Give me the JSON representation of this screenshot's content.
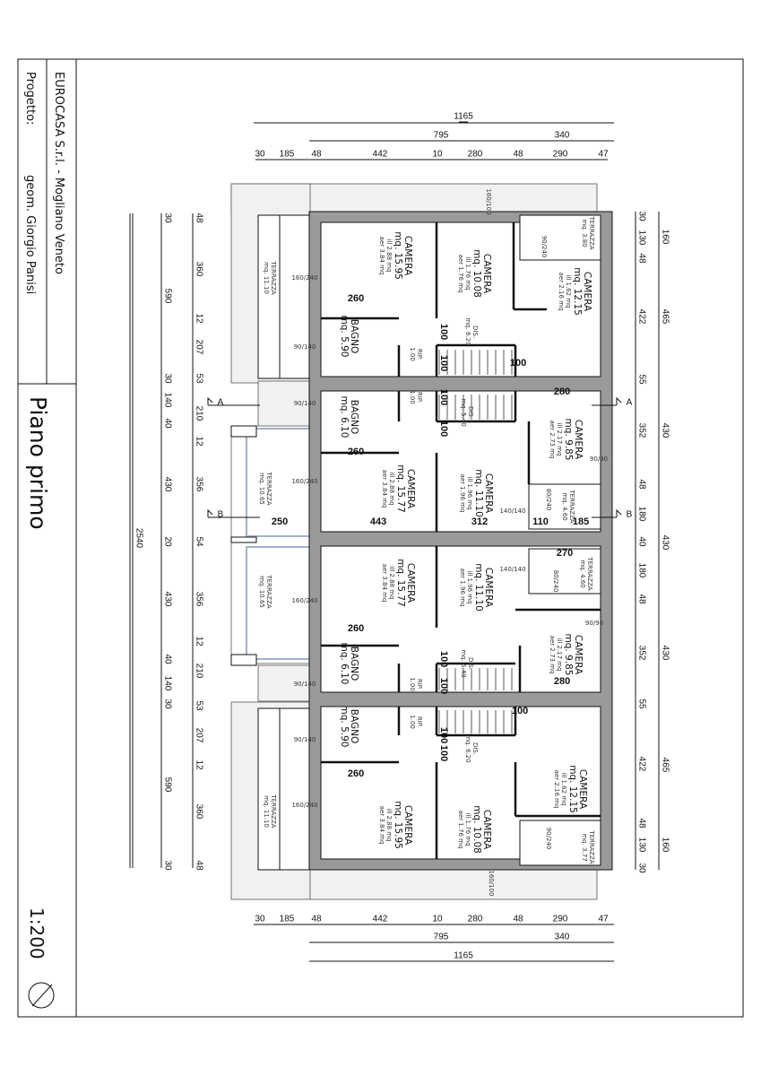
{
  "title_block": {
    "company": "EUROCASA S.r.l. - Mogliano Veneto",
    "project_label": "Progetto:",
    "designer": "geom. Giorgio Panisi",
    "sheet_title": "Piano primo",
    "scale": "1:200"
  },
  "units": [
    {
      "rooms": [
        {
          "name": "CAMERA",
          "area": "mq. 15.95",
          "ill": "ill 2.88 mq",
          "aer": "aer 3.84 mq"
        },
        {
          "name": "CAMERA",
          "area": "mq. 10.08",
          "ill": "ill 1.76 mq",
          "aer": "aer 1.76 mq"
        },
        {
          "name": "CAMERA",
          "area": "mq. 12.15",
          "ill": "ill 1.62 mq",
          "aer": "aer 2.16 mq"
        },
        {
          "name": "BAGNO",
          "area": "mq. 5.90"
        },
        {
          "name": "DIS.",
          "area": "mq. 6.20"
        },
        {
          "name": "RIP.",
          "area": "1.00"
        },
        {
          "name": "TERRAZZA",
          "area": "mq. 3.80"
        },
        {
          "name": "TERRAZZA",
          "area": "mq. 11.10"
        }
      ],
      "notes": [
        "260",
        "100",
        "100",
        "100",
        "90/240",
        "160/100",
        "160/240",
        "90/140"
      ]
    },
    {
      "rooms": [
        {
          "name": "CAMERA",
          "area": "mq. 15.77",
          "ill": "ill 2.88 mq",
          "aer": "aer 3.84 mq"
        },
        {
          "name": "CAMERA",
          "area": "mq. 11.10",
          "ill": "ill 1.96 mq",
          "aer": "aer 1.96 mq"
        },
        {
          "name": "CAMERA",
          "area": "mq. 9.85",
          "ill": "ill 2.17 mq",
          "aer": "aer 2.73 mq"
        },
        {
          "name": "BAGNO",
          "area": "mq. 6.10"
        },
        {
          "name": "DIS.",
          "area": "mq. 5.40"
        },
        {
          "name": "RIP.",
          "area": "1.00"
        },
        {
          "name": "TERRAZZA",
          "area": "mq. 4.60"
        },
        {
          "name": "TERRAZZA",
          "area": "mq. 10.65"
        }
      ],
      "notes": [
        "260",
        "100",
        "100",
        "280",
        "443",
        "312",
        "110",
        "185",
        "140/140",
        "90/90",
        "80/240",
        "160/240",
        "90/140",
        "250"
      ]
    },
    {
      "rooms": [
        {
          "name": "CAMERA",
          "area": "mq. 15.77",
          "ill": "ill 2.88 mq",
          "aer": "aer 3.84 mq"
        },
        {
          "name": "CAMERA",
          "area": "mq. 11.10",
          "ill": "ill 1.96 mq",
          "aer": "aer 1.96 mq"
        },
        {
          "name": "CAMERA",
          "area": "mq. 9.85",
          "ill": "ill 2.17 mq",
          "aer": "aer 2.73 mq"
        },
        {
          "name": "BAGNO",
          "area": "mq. 6.10"
        },
        {
          "name": "DIS.",
          "area": "mq. 5.40"
        },
        {
          "name": "RIP.",
          "area": "1.00"
        },
        {
          "name": "TERRAZZA",
          "area": "mq. 4.60"
        },
        {
          "name": "TERRAZZA",
          "area": "mq. 10.65"
        }
      ],
      "notes": [
        "260",
        "100",
        "100",
        "280",
        "270",
        "140/140",
        "90/90",
        "80/240",
        "160/240",
        "90/140"
      ]
    },
    {
      "rooms": [
        {
          "name": "CAMERA",
          "area": "mq. 15.95",
          "ill": "ill 2.88 mq",
          "aer": "aer 3.84 mq"
        },
        {
          "name": "CAMERA",
          "area": "mq. 10.08",
          "ill": "ill 1.76 mq",
          "aer": "aer 1.76 mq"
        },
        {
          "name": "CAMERA",
          "area": "mq. 12.15",
          "ill": "ill 1.62 mq",
          "aer": "aer 2.16 mq"
        },
        {
          "name": "BAGNO",
          "area": "mq. 5.90"
        },
        {
          "name": "DIS.",
          "area": "mq. 6.20"
        },
        {
          "name": "RIP.",
          "area": "1.00"
        },
        {
          "name": "TERRAZZA",
          "area": "mq. 3.77"
        },
        {
          "name": "TERRAZZA",
          "area": "mq. 11.10"
        }
      ],
      "notes": [
        "260",
        "100",
        "100",
        "100",
        "90/240",
        "160/100",
        "160/240",
        "90/140"
      ]
    }
  ],
  "dimensions": {
    "top_total": "1165",
    "top_mid": [
      "795",
      "340"
    ],
    "top_row": [
      "30",
      "185",
      "48",
      "442",
      "10",
      "280",
      "48",
      "290",
      "47"
    ],
    "bottom_row": [
      "30",
      "185",
      "48",
      "442",
      "10",
      "280",
      "48",
      "290",
      "47"
    ],
    "bottom_mid": [
      "795",
      "340"
    ],
    "bottom_total": "1165",
    "left_total": "2540",
    "left_mid": [
      "30",
      "590",
      "30",
      "140",
      "40",
      "430",
      "20",
      "430",
      "40",
      "140",
      "30",
      "590",
      "30"
    ],
    "left_inner": [
      "48",
      "360",
      "12",
      "207",
      "53",
      "210",
      "12",
      "356",
      "54",
      "356",
      "12",
      "210",
      "53",
      "207",
      "12",
      "360",
      "48"
    ],
    "right_inner": [
      "30",
      "130",
      "48",
      "422",
      "55",
      "352",
      "48",
      "180",
      "40",
      "180",
      "48",
      "352",
      "55",
      "422",
      "48",
      "130",
      "30"
    ],
    "right_outer": [
      "160",
      "465",
      "430",
      "430",
      "430",
      "465",
      "160"
    ]
  },
  "sections": [
    "A",
    "A",
    "B",
    "B"
  ]
}
